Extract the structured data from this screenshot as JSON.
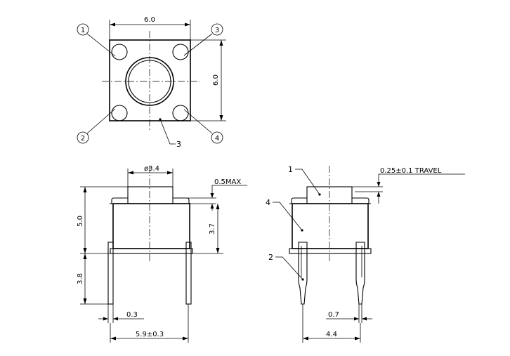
{
  "top_view": {
    "width_dim": "6.0",
    "height_dim": "6.0",
    "pin_labels": [
      "①",
      "②",
      "③",
      "④"
    ],
    "callout": "3"
  },
  "front_view": {
    "button_dia": "ø3.4",
    "max_dim": "0.5MAX",
    "height_body": "5.0",
    "height_cap": "3.7",
    "pin_length": "3.8",
    "pin_width": "0.3",
    "pin_pitch": "5.9±0.3"
  },
  "side_view": {
    "travel": "0.25±0.1 TRAVEL",
    "callouts": [
      "1",
      "2",
      "4"
    ],
    "pin_width": "0.7",
    "pin_pitch": "4.4"
  }
}
